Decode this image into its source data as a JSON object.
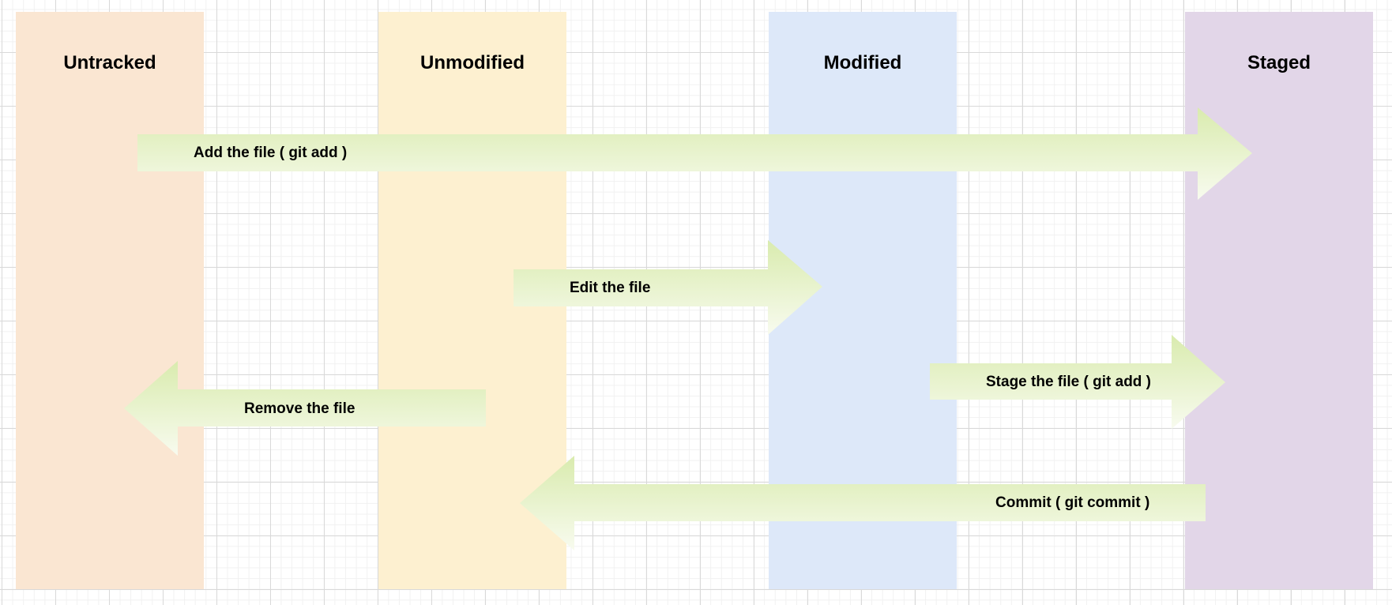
{
  "lanes": [
    {
      "id": "untracked",
      "title": "Untracked",
      "color": "#fae6d2"
    },
    {
      "id": "unmodified",
      "title": "Unmodified",
      "color": "#fdf0d0"
    },
    {
      "id": "modified",
      "title": "Modified",
      "color": "#dde8f9"
    },
    {
      "id": "staged",
      "title": "Staged",
      "color": "#e2d6e8"
    }
  ],
  "transitions": [
    {
      "id": "add",
      "label": "Add the file ( git add )",
      "from": "Untracked",
      "to": "Staged"
    },
    {
      "id": "edit",
      "label": "Edit the file",
      "from": "Unmodified",
      "to": "Modified"
    },
    {
      "id": "stage",
      "label": "Stage the file ( git add )",
      "from": "Modified",
      "to": "Staged"
    },
    {
      "id": "remove",
      "label": "Remove the file",
      "from": "Unmodified",
      "to": "Untracked"
    },
    {
      "id": "commit",
      "label": "Commit ( git commit )",
      "from": "Staged",
      "to": "Unmodified"
    }
  ],
  "arrow_gradient": {
    "top": "#d9ebae",
    "bottom": "#f8fbef"
  }
}
